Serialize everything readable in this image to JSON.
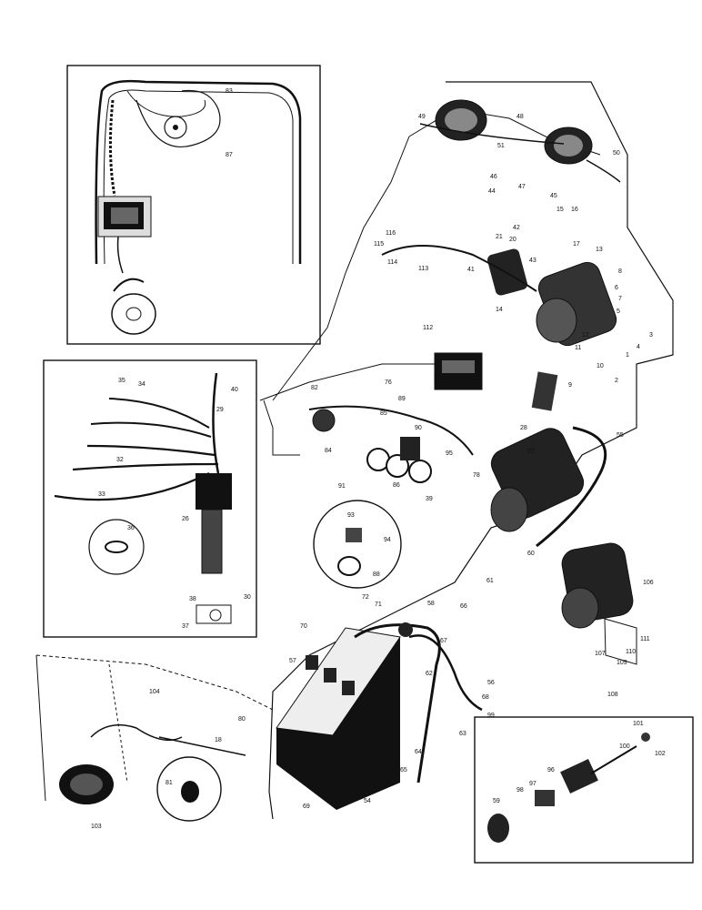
{
  "diagram": {
    "callouts": [
      "1",
      "2",
      "3",
      "4",
      "5",
      "6",
      "7",
      "8",
      "9",
      "10",
      "11",
      "12",
      "13",
      "14",
      "15",
      "16",
      "17",
      "18",
      "20",
      "21",
      "26",
      "27",
      "28",
      "29",
      "30",
      "31",
      "32",
      "33",
      "34",
      "35",
      "36",
      "37",
      "38",
      "39",
      "40",
      "41",
      "42",
      "43",
      "44",
      "45",
      "46",
      "47",
      "48",
      "49",
      "50",
      "51",
      "54",
      "55",
      "56",
      "57",
      "58",
      "59",
      "60",
      "61",
      "62",
      "63",
      "64",
      "65",
      "66",
      "67",
      "68",
      "69",
      "70",
      "71",
      "72",
      "76",
      "78",
      "80",
      "81",
      "82",
      "83",
      "84",
      "85",
      "86",
      "87",
      "88",
      "89",
      "90",
      "91",
      "93",
      "94",
      "95",
      "96",
      "97",
      "98",
      "99",
      "100",
      "101",
      "102",
      "103",
      "104",
      "106",
      "107",
      "108",
      "109",
      "110",
      "111",
      "112",
      "113",
      "114",
      "115",
      "116"
    ]
  }
}
